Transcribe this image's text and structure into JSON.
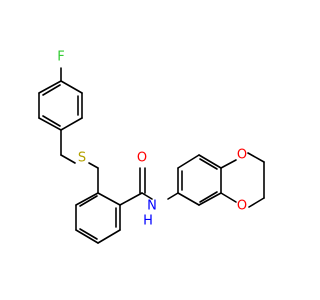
{
  "molecule": {
    "atoms": {
      "fluorine": {
        "label": "F",
        "color": "#33cc33"
      },
      "sulfur": {
        "label": "S",
        "color": "#b3a100"
      },
      "oxygen_carbonyl": {
        "label": "O",
        "color": "#ff0000"
      },
      "nitrogen": {
        "label": "N",
        "color": "#0000ff"
      },
      "hydrogen_amide": {
        "label": "H",
        "color": "#0000ff"
      },
      "oxygen_ring_upper": {
        "label": "O",
        "color": "#ff0000"
      },
      "oxygen_ring_lower": {
        "label": "O",
        "color": "#ff0000"
      }
    },
    "bond_color": "#000000"
  }
}
